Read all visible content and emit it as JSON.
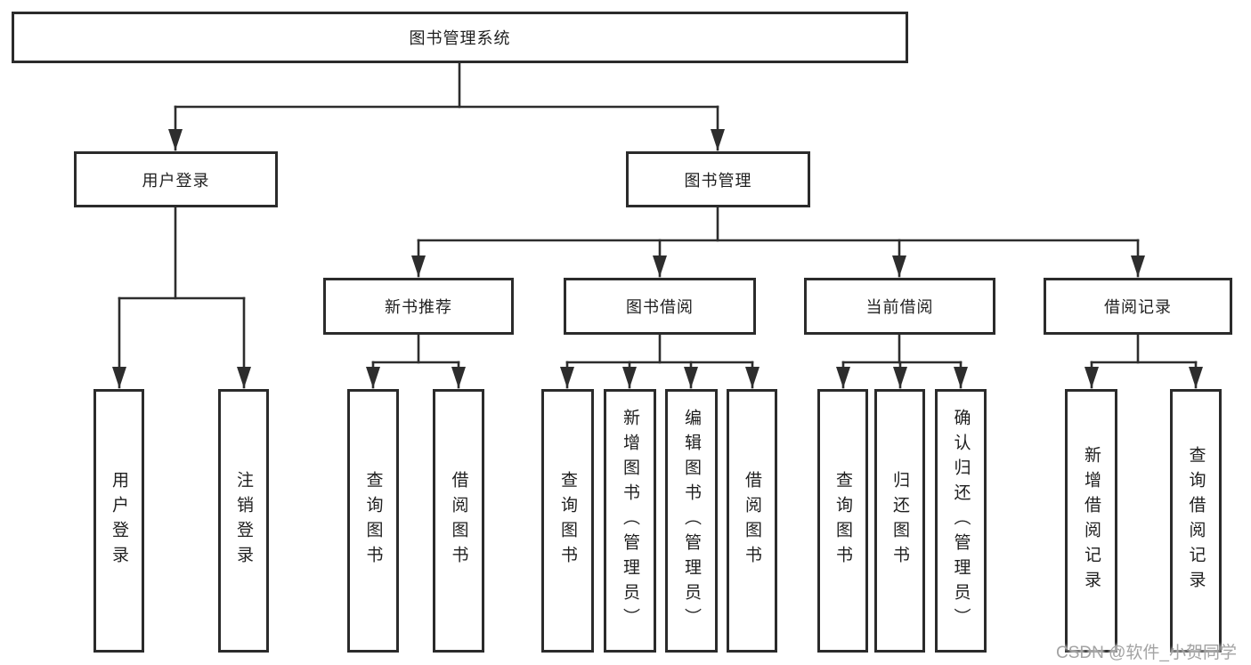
{
  "colors": {
    "line": "#2d2d2d",
    "box_border": "#2b2b2b",
    "box_fill": "#ffffff",
    "text": "#1f1f1f",
    "background": "#ffffff",
    "watermark": "#a3a3a3"
  },
  "nodes": {
    "root": {
      "label": "图书管理系统"
    },
    "level2": [
      {
        "label": "用户登录",
        "parent": "图书管理系统"
      },
      {
        "label": "图书管理",
        "parent": "图书管理系统"
      }
    ],
    "level3": [
      {
        "label": "新书推荐",
        "parent": "图书管理"
      },
      {
        "label": "图书借阅",
        "parent": "图书管理"
      },
      {
        "label": "当前借阅",
        "parent": "图书管理"
      },
      {
        "label": "借阅记录",
        "parent": "图书管理"
      }
    ],
    "leaves": [
      {
        "label": "用户登录",
        "parent": "用户登录"
      },
      {
        "label": "注销登录",
        "parent": "用户登录"
      },
      {
        "label": "查询图书",
        "parent": "新书推荐"
      },
      {
        "label": "借阅图书",
        "parent": "新书推荐"
      },
      {
        "label": "查询图书",
        "parent": "图书借阅"
      },
      {
        "label": "新增图书（管理员）",
        "parent": "图书借阅"
      },
      {
        "label": "编辑图书（管理员）",
        "parent": "图书借阅"
      },
      {
        "label": "借阅图书",
        "parent": "图书借阅"
      },
      {
        "label": "查询图书",
        "parent": "当前借阅"
      },
      {
        "label": "归还图书",
        "parent": "当前借阅"
      },
      {
        "label": "确认归还（管理员）",
        "parent": "当前借阅"
      },
      {
        "label": "新增借阅记录",
        "parent": "借阅记录"
      },
      {
        "label": "查询借阅记录",
        "parent": "借阅记录"
      }
    ]
  },
  "watermark": {
    "text": "CSDN @软件_小贺同学"
  }
}
